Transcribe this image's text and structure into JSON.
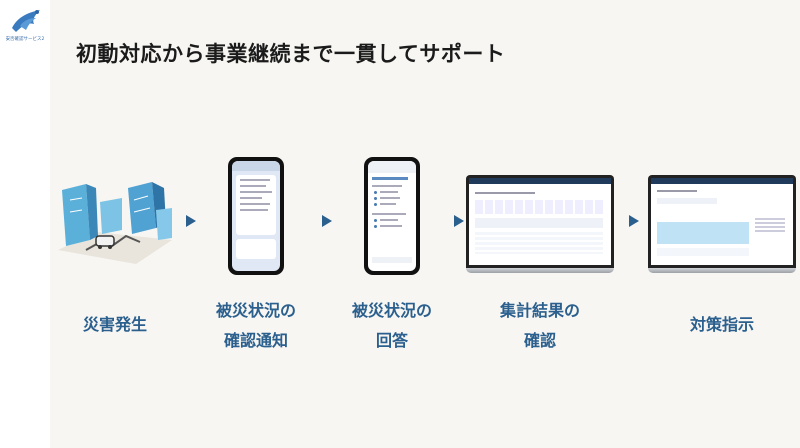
{
  "brand": {
    "logo_text": "安否確認サービス2"
  },
  "headline": "初動対応から事業継続まで一貫してサポート",
  "steps": [
    {
      "line1": "災害発生",
      "line2": ""
    },
    {
      "line1": "被災状況の",
      "line2": "確認通知"
    },
    {
      "line1": "被災状況の",
      "line2": "回答"
    },
    {
      "line1": "集計結果の",
      "line2": "確認"
    },
    {
      "line1": "対策指示",
      "line2": ""
    }
  ],
  "colors": {
    "accent": "#2b5f8e",
    "background": "#f7f6f2"
  }
}
